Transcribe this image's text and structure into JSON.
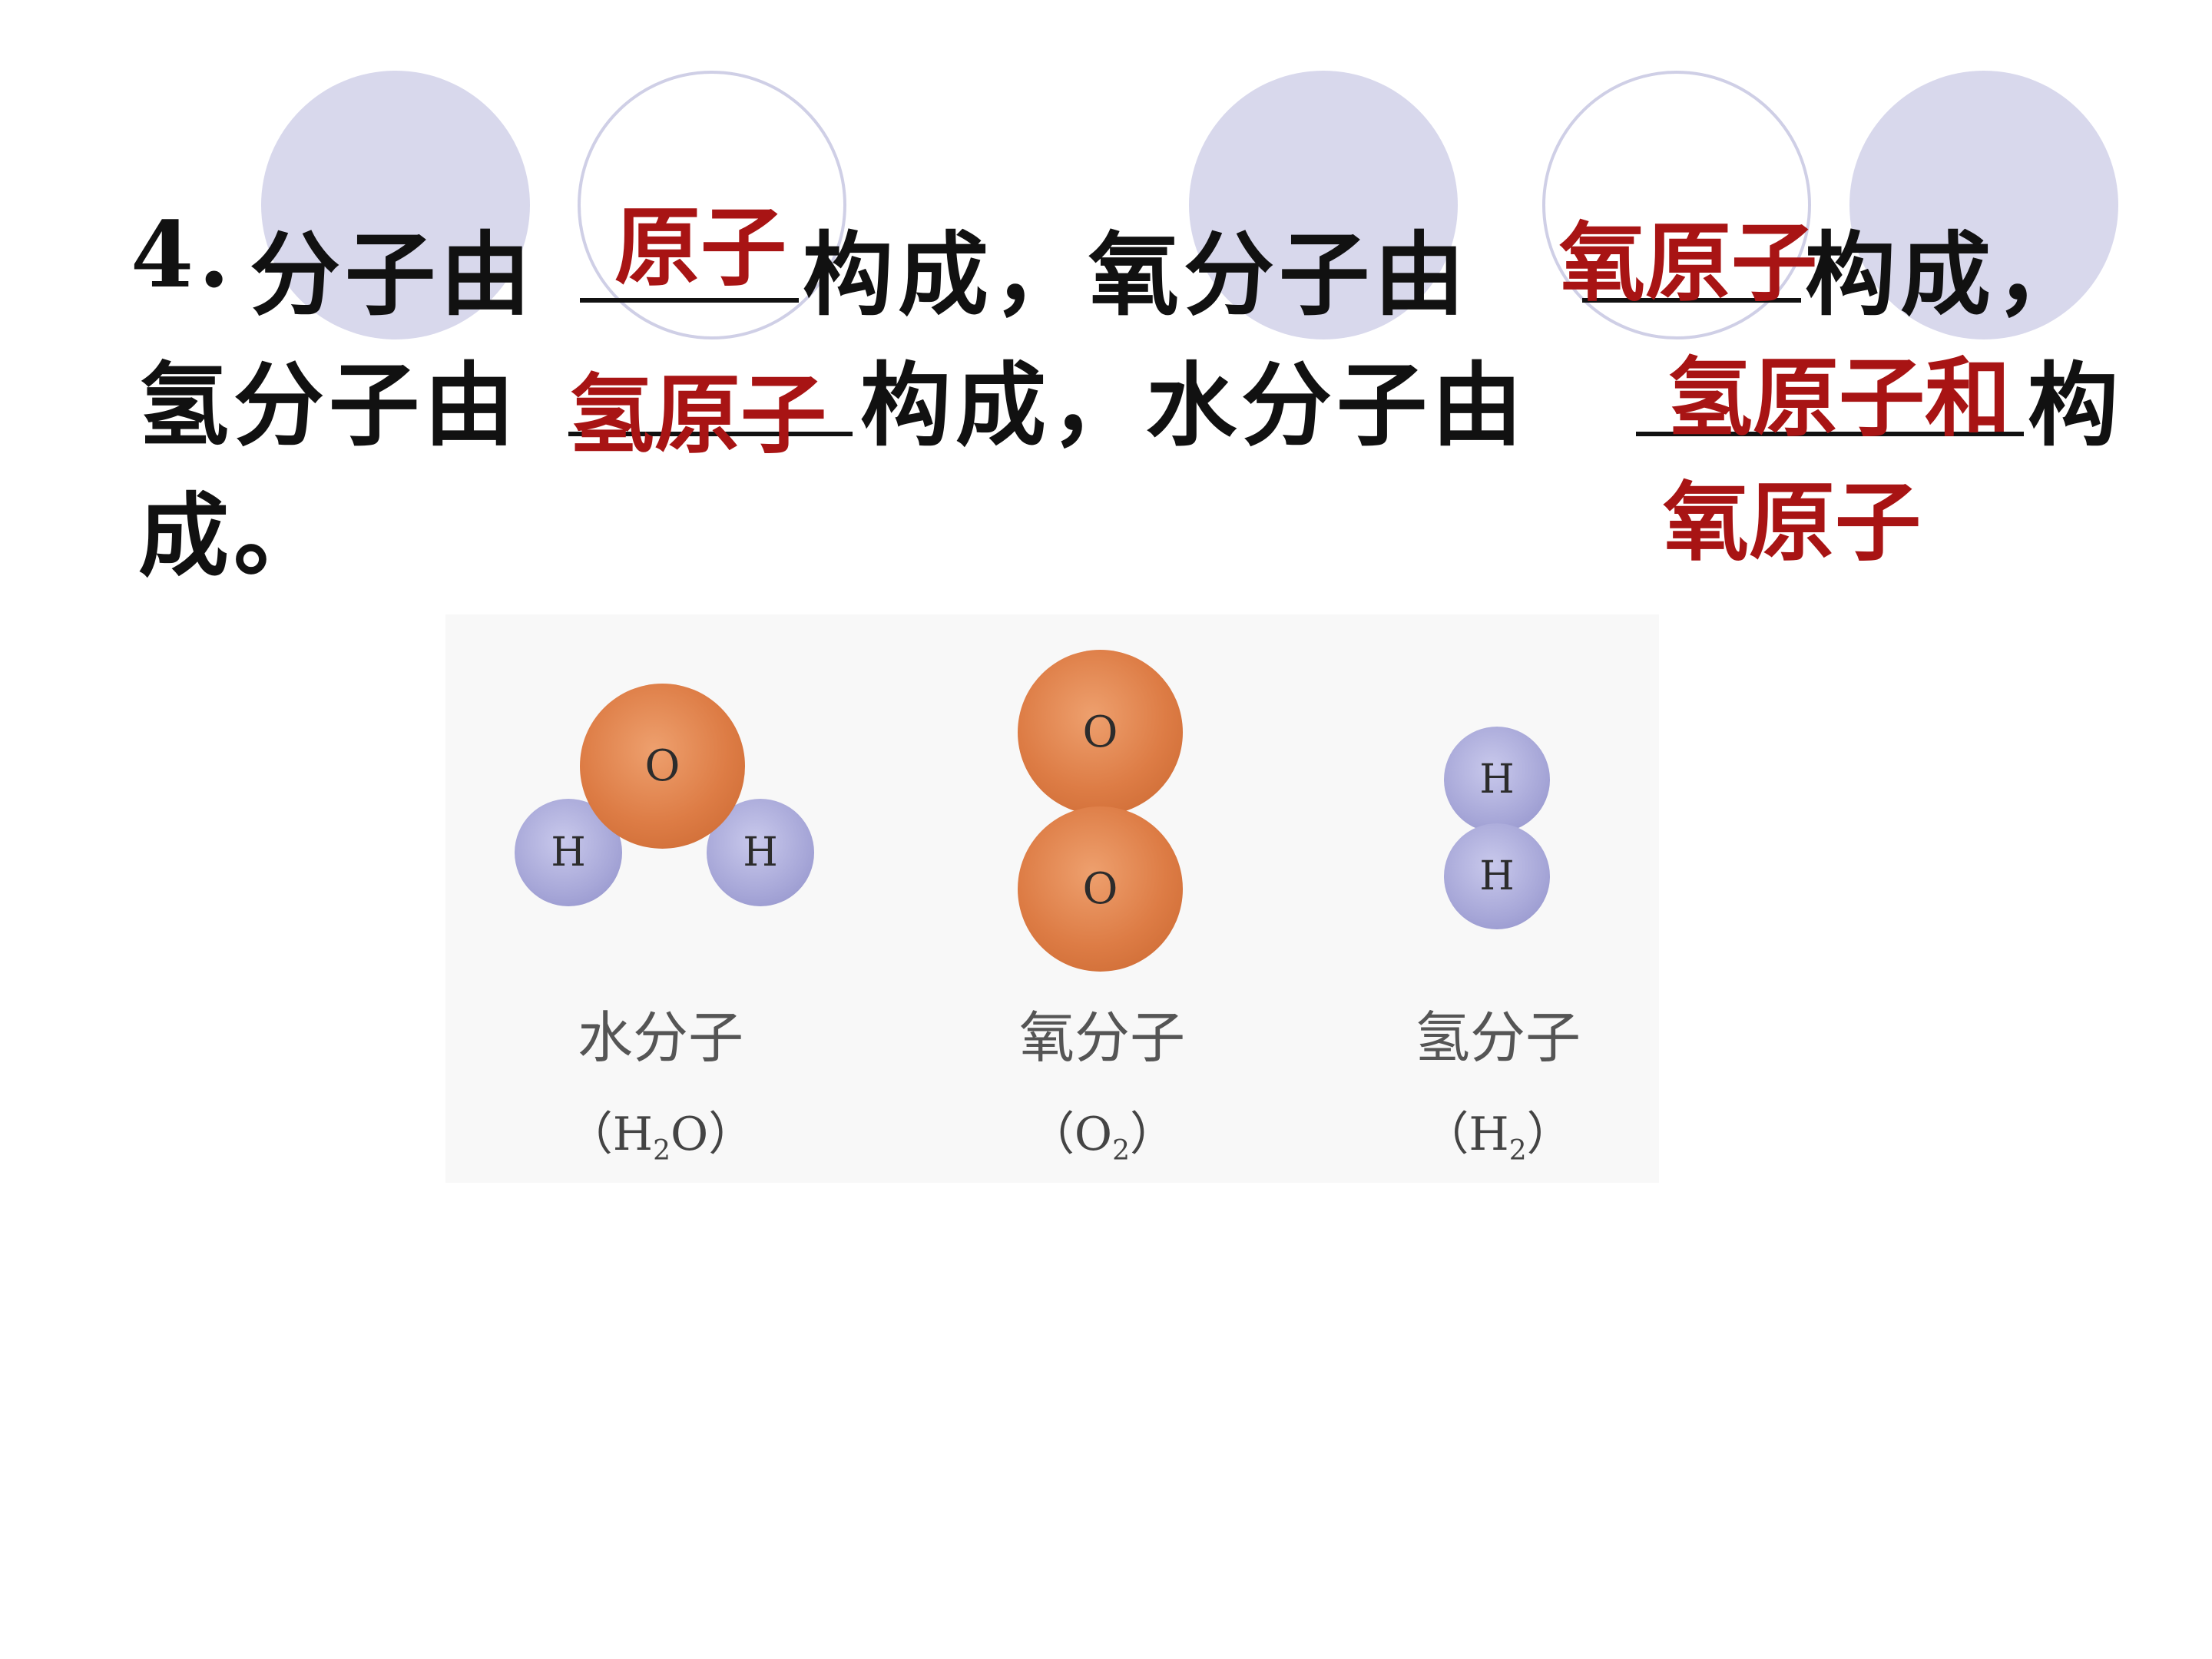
{
  "question": {
    "number": "4.",
    "line1_a": "分子由",
    "line1_b": "构成，氧分子由",
    "line1_c": "构成，",
    "line2_a": "氢分子由",
    "line2_b": "构成，水分子由",
    "line2_c": "构",
    "line3": "成。"
  },
  "answers": {
    "molecule": "原子",
    "oxygen_molecule": "氧原子",
    "hydrogen_molecule": "氢原子",
    "water_molecule_1": "氢原子和",
    "water_molecule_2": "氧原子"
  },
  "figure": {
    "water": {
      "atom_o": "O",
      "atom_h1": "H",
      "atom_h2": "H",
      "label": "水分子",
      "formula_pre": "（H",
      "formula_sub": "2",
      "formula_post": "O）"
    },
    "oxygen": {
      "atom_o1": "O",
      "atom_o2": "O",
      "label": "氧分子",
      "formula_pre": "（O",
      "formula_sub": "2",
      "formula_post": "）"
    },
    "hydrogen": {
      "atom_h1": "H",
      "atom_h2": "H",
      "label": "氢分子",
      "formula_pre": "（H",
      "formula_sub": "2",
      "formula_post": "）"
    }
  },
  "colors": {
    "answer": "#a81414",
    "text": "#111111",
    "oxygen_atom": "#dd7c45",
    "hydrogen_atom": "#a7a7d8",
    "decoration": "#d8d8ec"
  }
}
